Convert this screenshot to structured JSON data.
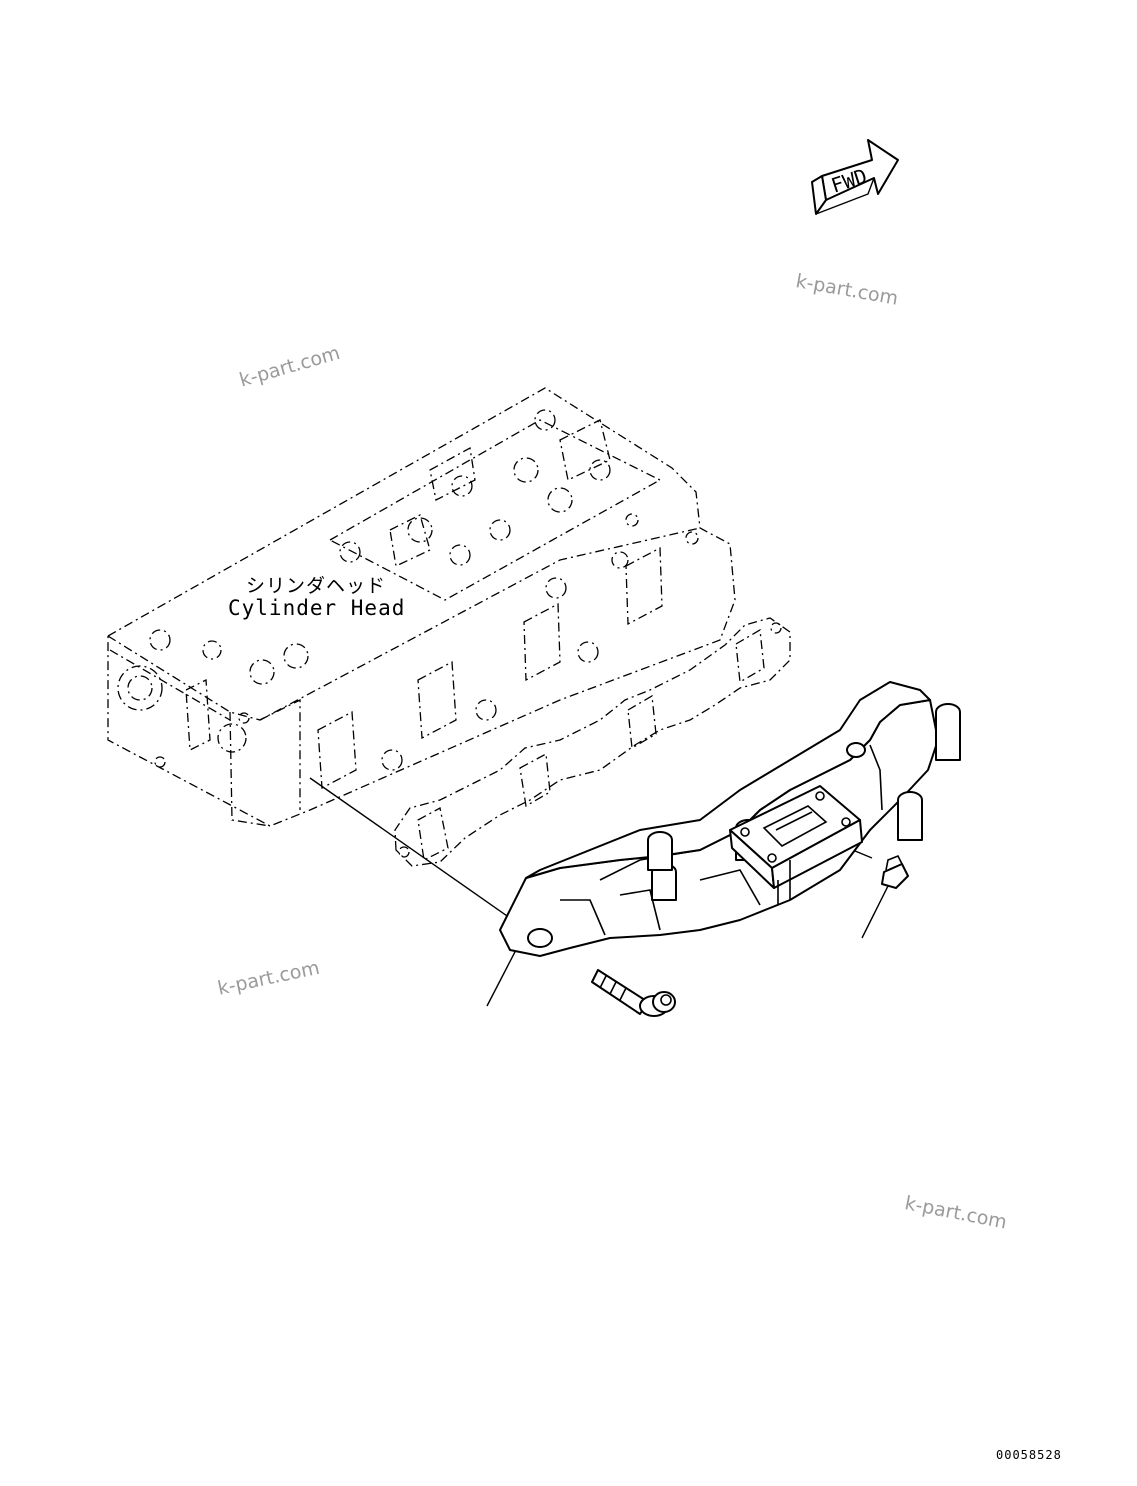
{
  "watermarks": [
    "k-part.com",
    "k-part.com",
    "k-part.com",
    "k-part.com"
  ],
  "direction_marker": "FWD",
  "labels": {
    "cylinder_head_jp": "シリンダヘッド",
    "cylinder_head_en": "Cylinder Head"
  },
  "drawing_number": "00058528"
}
